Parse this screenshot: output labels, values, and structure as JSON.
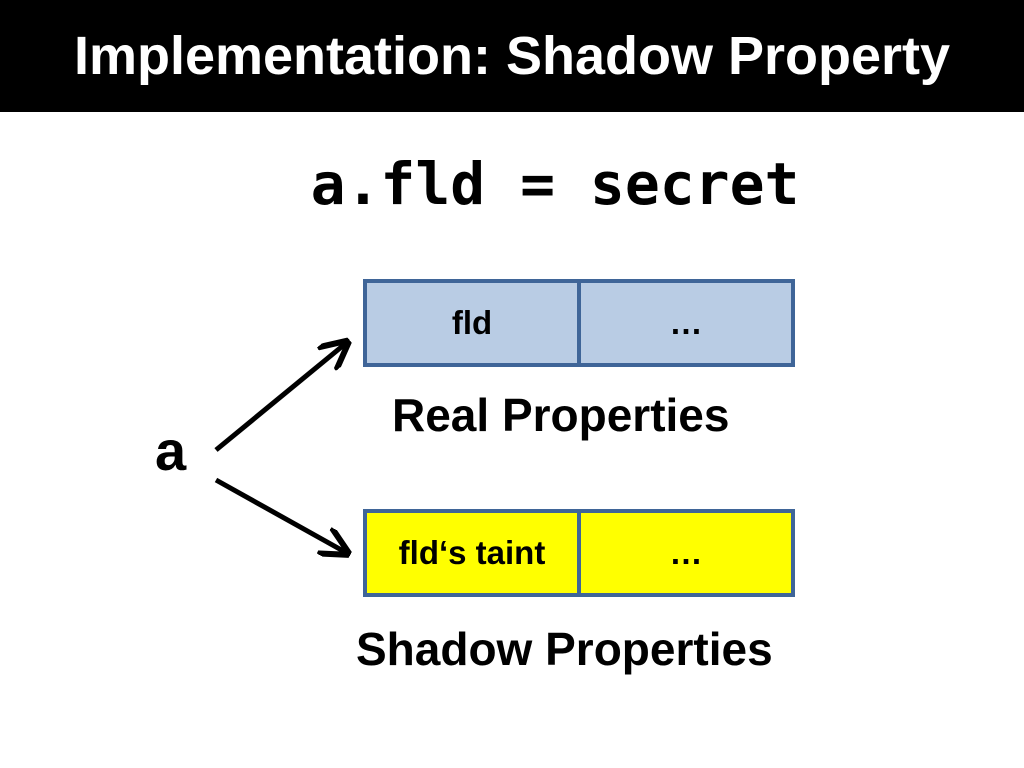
{
  "slide": {
    "title": "Implementation: Shadow Property",
    "code": "a.fld = secret",
    "object_label": "a"
  },
  "real_properties": {
    "cells": [
      "fld",
      "…"
    ],
    "caption": "Real Properties",
    "fill_color": "#b9cce4"
  },
  "shadow_properties": {
    "cells": [
      "fld‘s taint",
      "…"
    ],
    "caption": "Shadow Properties",
    "fill_color": "#ffff00"
  },
  "colors": {
    "title_bar": "#000000",
    "cell_border": "#3f6598"
  }
}
